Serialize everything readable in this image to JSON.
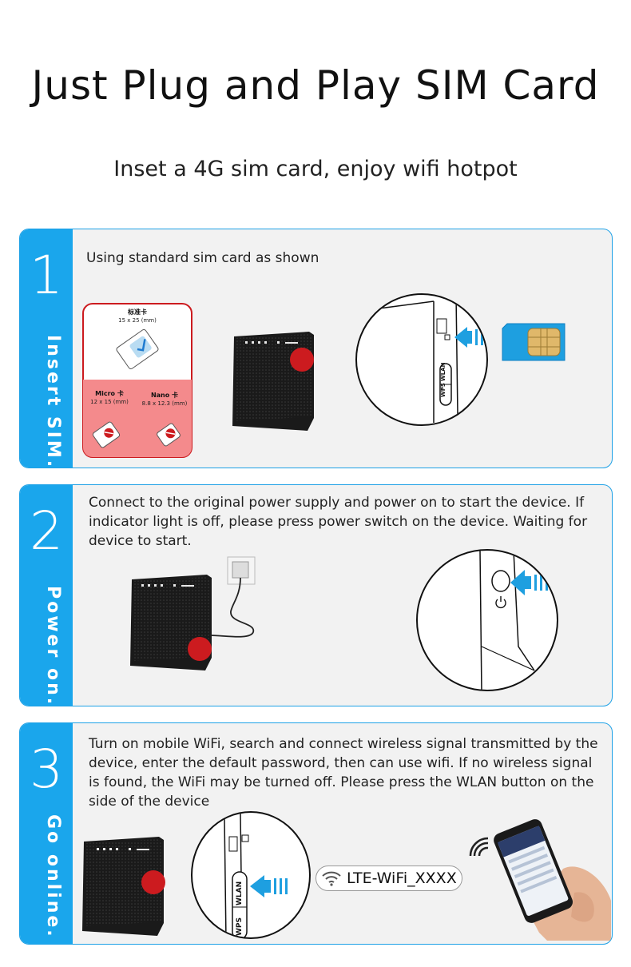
{
  "header": {
    "title": "Just Plug and Play SIM Card",
    "subtitle": "Inset a 4G sim card, enjoy wifi hotpot"
  },
  "steps": [
    {
      "number": "1",
      "label": "Insert SIM.",
      "description": "Using standard sim card as shown",
      "sim_types": [
        {
          "name": "标准卡",
          "size": "15 x 25 (mm)"
        },
        {
          "name": "Micro 卡",
          "size": "12 x 15 (mm)"
        },
        {
          "name": "Nano 卡",
          "size": "8.8 x 12.3 (mm)"
        }
      ],
      "buttons": [
        "WPS",
        "WLAN"
      ]
    },
    {
      "number": "2",
      "label": "Power on.",
      "description": "Connect to the original power supply and power on to start the device. If indicator light is off, please press power switch on the device. Waiting for device to start."
    },
    {
      "number": "3",
      "label": "Go online.",
      "description": "Turn on mobile WiFi, search and connect wireless signal transmitted by the device, enter the default password, then can use wifi. If no wireless signal is found, the WiFi may be turned off. Please press the WLAN button on the side of the device",
      "ssid": "LTE-WiFi_XXXX",
      "buttons": [
        "WPS",
        "WLAN"
      ]
    }
  ],
  "colors": {
    "accent": "#1aa6ec",
    "panel": "#f2f2f2",
    "highlight": "#cc1b1f",
    "sim": "#1e9fe0"
  },
  "icons": [
    "checkmark-icon",
    "no-icon",
    "arrow-icon",
    "wifi-icon",
    "power-icon",
    "sim-chip-icon"
  ]
}
